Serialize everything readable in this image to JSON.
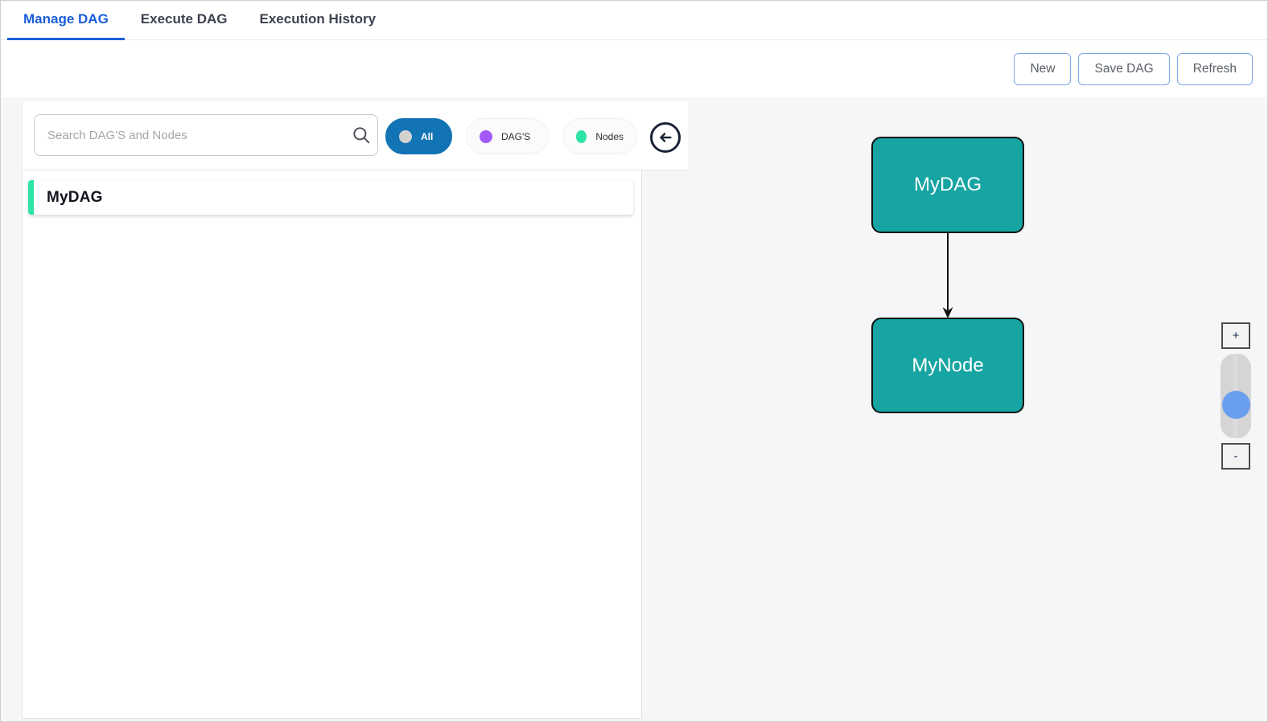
{
  "tabs": [
    {
      "label": "Manage DAG",
      "active": true
    },
    {
      "label": "Execute DAG",
      "active": false
    },
    {
      "label": "Execution History",
      "active": false
    }
  ],
  "actions": {
    "new_label": "New",
    "save_label": "Save DAG",
    "refresh_label": "Refresh"
  },
  "search": {
    "placeholder": "Search DAG'S and Nodes",
    "value": ""
  },
  "filters": [
    {
      "label": "All",
      "dot_color": "#d4d2d0",
      "active": true,
      "active_bg": "#1273b5"
    },
    {
      "label": "DAG'S",
      "dot_color": "#a259f7",
      "active": false
    },
    {
      "label": "Nodes",
      "dot_color": "#2de3a7",
      "active": false
    }
  ],
  "dag_list": [
    {
      "name": "MyDAG",
      "accent_color": "#2de3a7"
    }
  ],
  "graph": {
    "node_color": "#16a5a3",
    "nodes": [
      {
        "label": "MyDAG"
      },
      {
        "label": "MyNode"
      }
    ],
    "edges": [
      {
        "from": "MyDAG",
        "to": "MyNode"
      }
    ]
  },
  "zoom_controls": {
    "zoom_in_label": "+",
    "zoom_out_label": "-",
    "thumb_color": "#6a9eef"
  },
  "colors": {
    "active_tab": "#1a5dd8",
    "canvas_bg": "#f5f6f8",
    "button_border": "#7aa6e4",
    "all_pill_bg": "#1273b5"
  }
}
